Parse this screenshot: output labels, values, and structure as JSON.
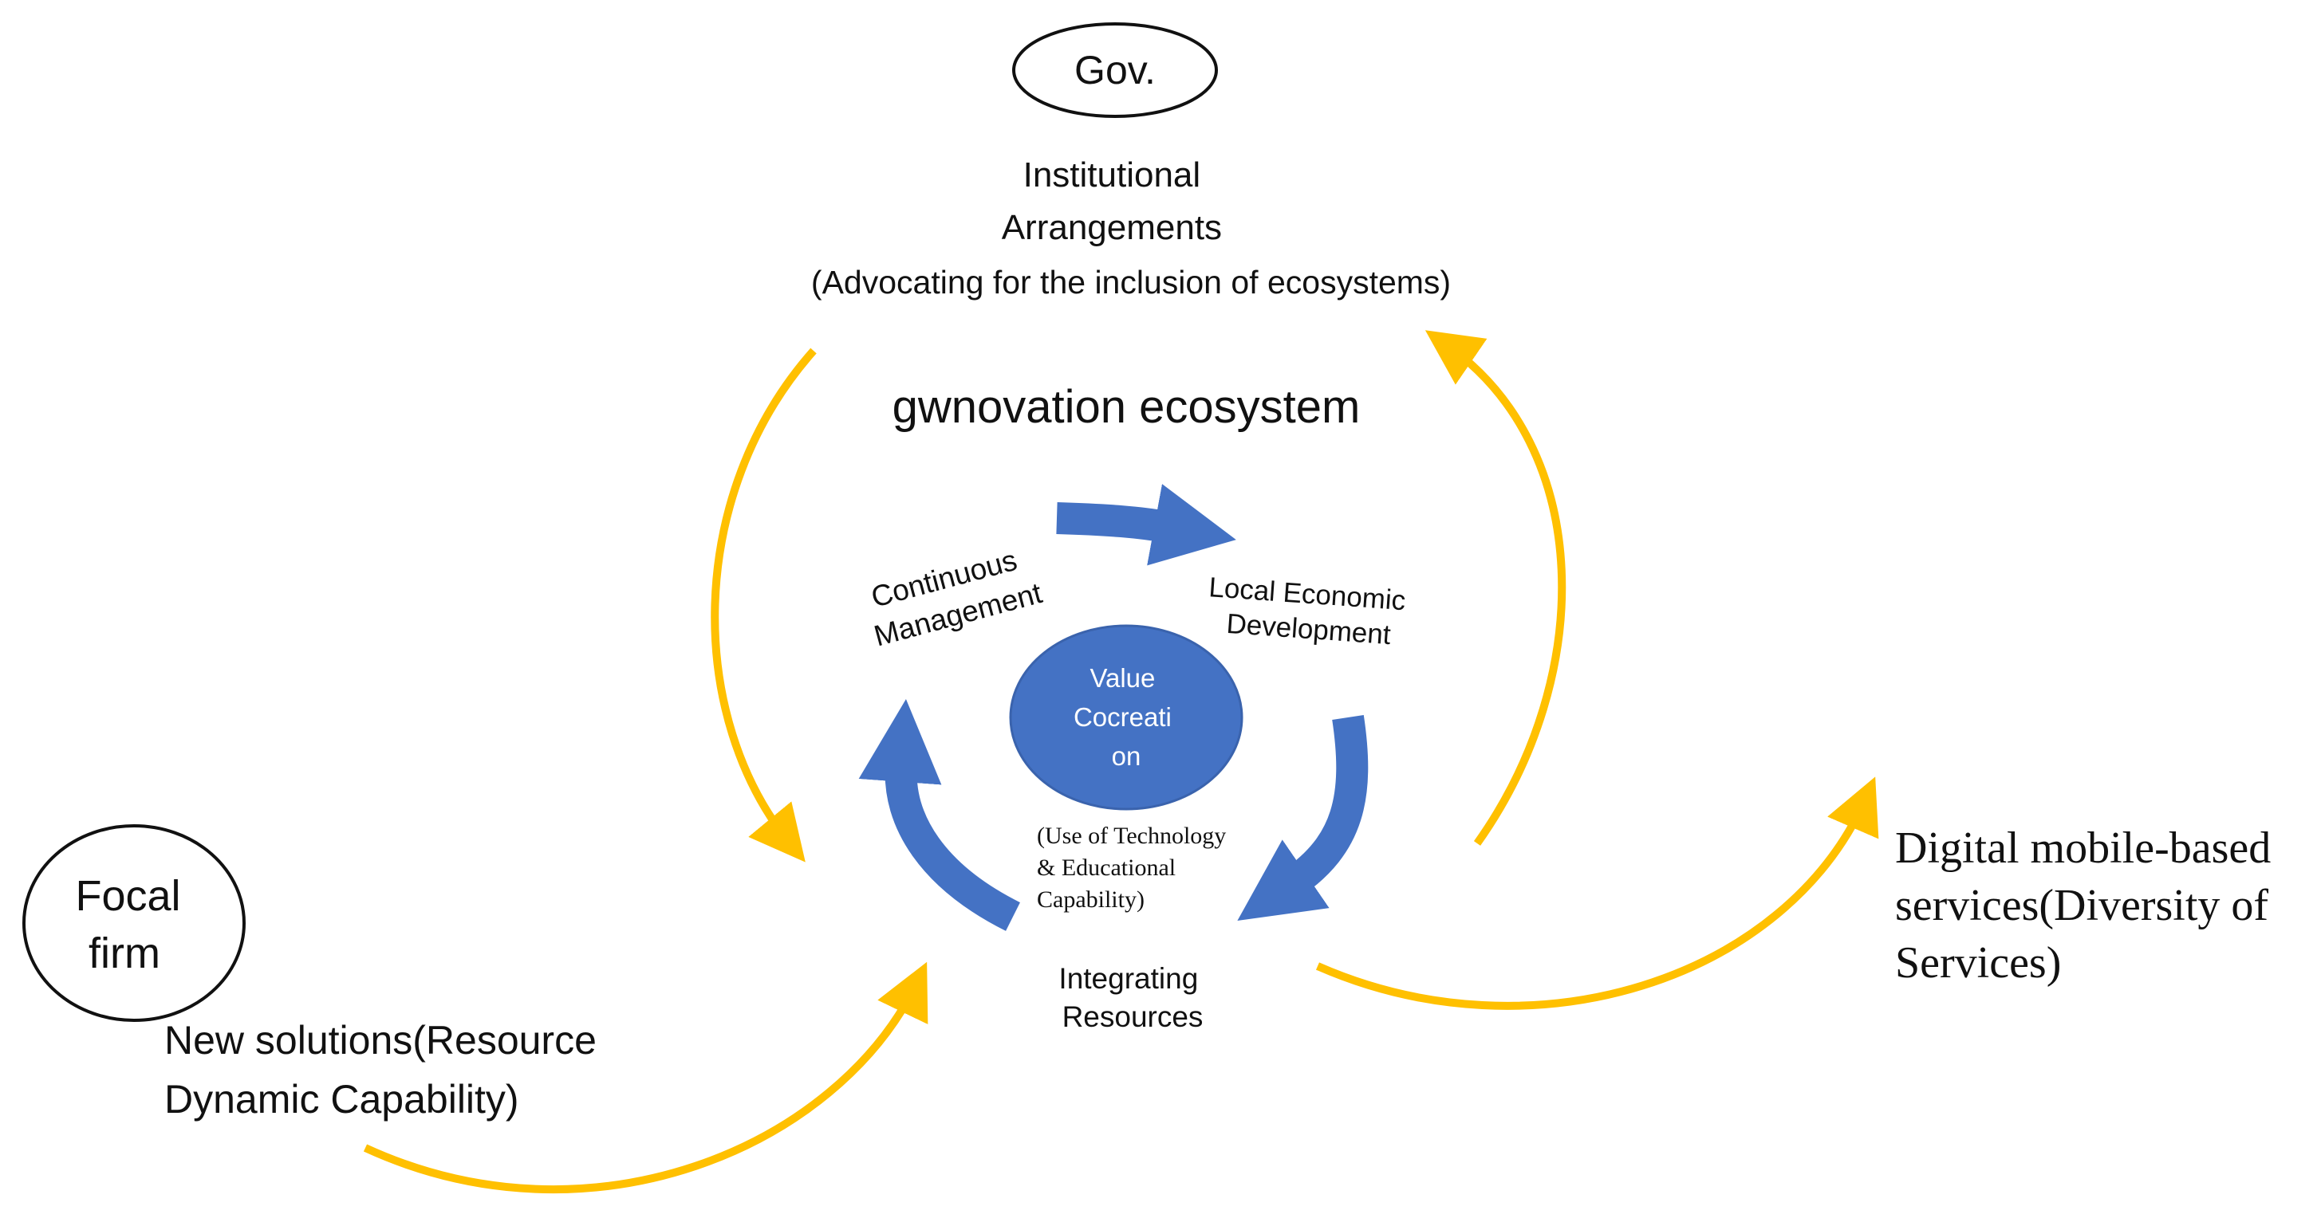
{
  "nodes": {
    "government": "Gov.",
    "focal_firm": [
      "Focal",
      "firm"
    ],
    "value_cocreation": [
      "Value",
      "Cocreati",
      "on"
    ]
  },
  "labels": {
    "institutional": [
      "Institutional",
      "Arrangements",
      "(Advocating for the inclusion of ecosystems)"
    ],
    "ecosystem_title": "gwnovation ecosystem",
    "continuous_management": [
      "Continuous",
      "Management"
    ],
    "local_economic_development": [
      "Local Economic",
      "Development"
    ],
    "use_of_technology": [
      "(Use of Technology",
      "& Educational",
      "Capability)"
    ],
    "integrating_resources": [
      "Integrating",
      "Resources"
    ],
    "new_solutions": [
      "New solutions(Resource",
      "Dynamic Capability)"
    ],
    "digital_services": [
      "Digital mobile-based",
      "services(Diversity of",
      "Services)"
    ]
  },
  "colors": {
    "outer_arrows": "#FFC000",
    "inner_arrows": "#4472C4",
    "center_fill": "#4472C4",
    "text": "#111111"
  }
}
